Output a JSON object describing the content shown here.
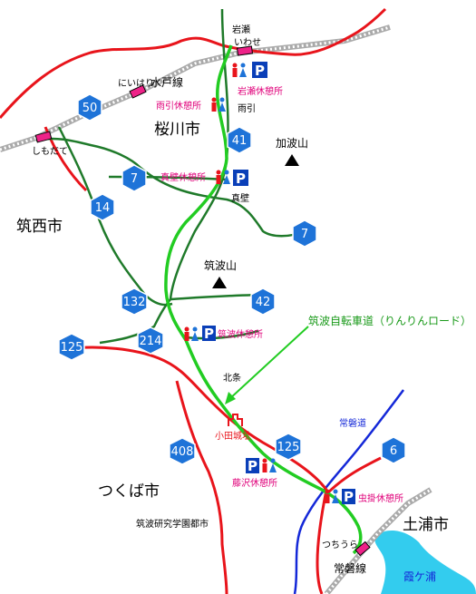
{
  "map": {
    "cities": {
      "sakuragawa": "桜川市",
      "chikusei": "筑西市",
      "tsukuba": "つくば市",
      "tsuchiura": "土浦市"
    },
    "mountains": {
      "kabasan": "加波山",
      "tsukubasan": "筑波山"
    },
    "places": {
      "amabiki": "雨引",
      "makabe": "真壁",
      "hojo": "北条",
      "oda_castle": "小田城址",
      "kasumigaura": "霞ケ浦"
    },
    "stations": {
      "iwase_kanji": "岩瀬",
      "iwase_kana": "いわせ",
      "niihari": "にいはり",
      "shimodate": "しもだて",
      "tsuchiura": "つちうら"
    },
    "rail_lines": {
      "mito": "水戸線",
      "joban_line": "常磐線",
      "tx": "筑波研究学園都市"
    },
    "expressway": "常磐道",
    "rest_areas": {
      "iwase": "岩瀬休憩所",
      "amabiki": "雨引休憩所",
      "makabe": "真壁休憩所",
      "tsukuba": "筑波休憩所",
      "fujisawa": "藤沢休憩所",
      "mushikake": "虫掛休憩所"
    },
    "cycling_road": "筑波自転車道（りんりんロード）",
    "routes": [
      "50",
      "41",
      "7",
      "7",
      "14",
      "132",
      "42",
      "214",
      "125",
      "408",
      "125",
      "6"
    ],
    "parking_letter": "P",
    "colors": {
      "cycling_road": "#22cc22",
      "green_roads": "#1f7a2a",
      "red_roads": "#e8141b",
      "expressway": "#1428d8",
      "route_shield": "#1e73d8",
      "rest_area_label": "#e0007a",
      "lake": "#33ccee",
      "parking": "#0a3fb8"
    },
    "icons": [
      "toilet-icon",
      "parking-icon",
      "mountain-icon",
      "castle-icon",
      "station-icon"
    ]
  }
}
